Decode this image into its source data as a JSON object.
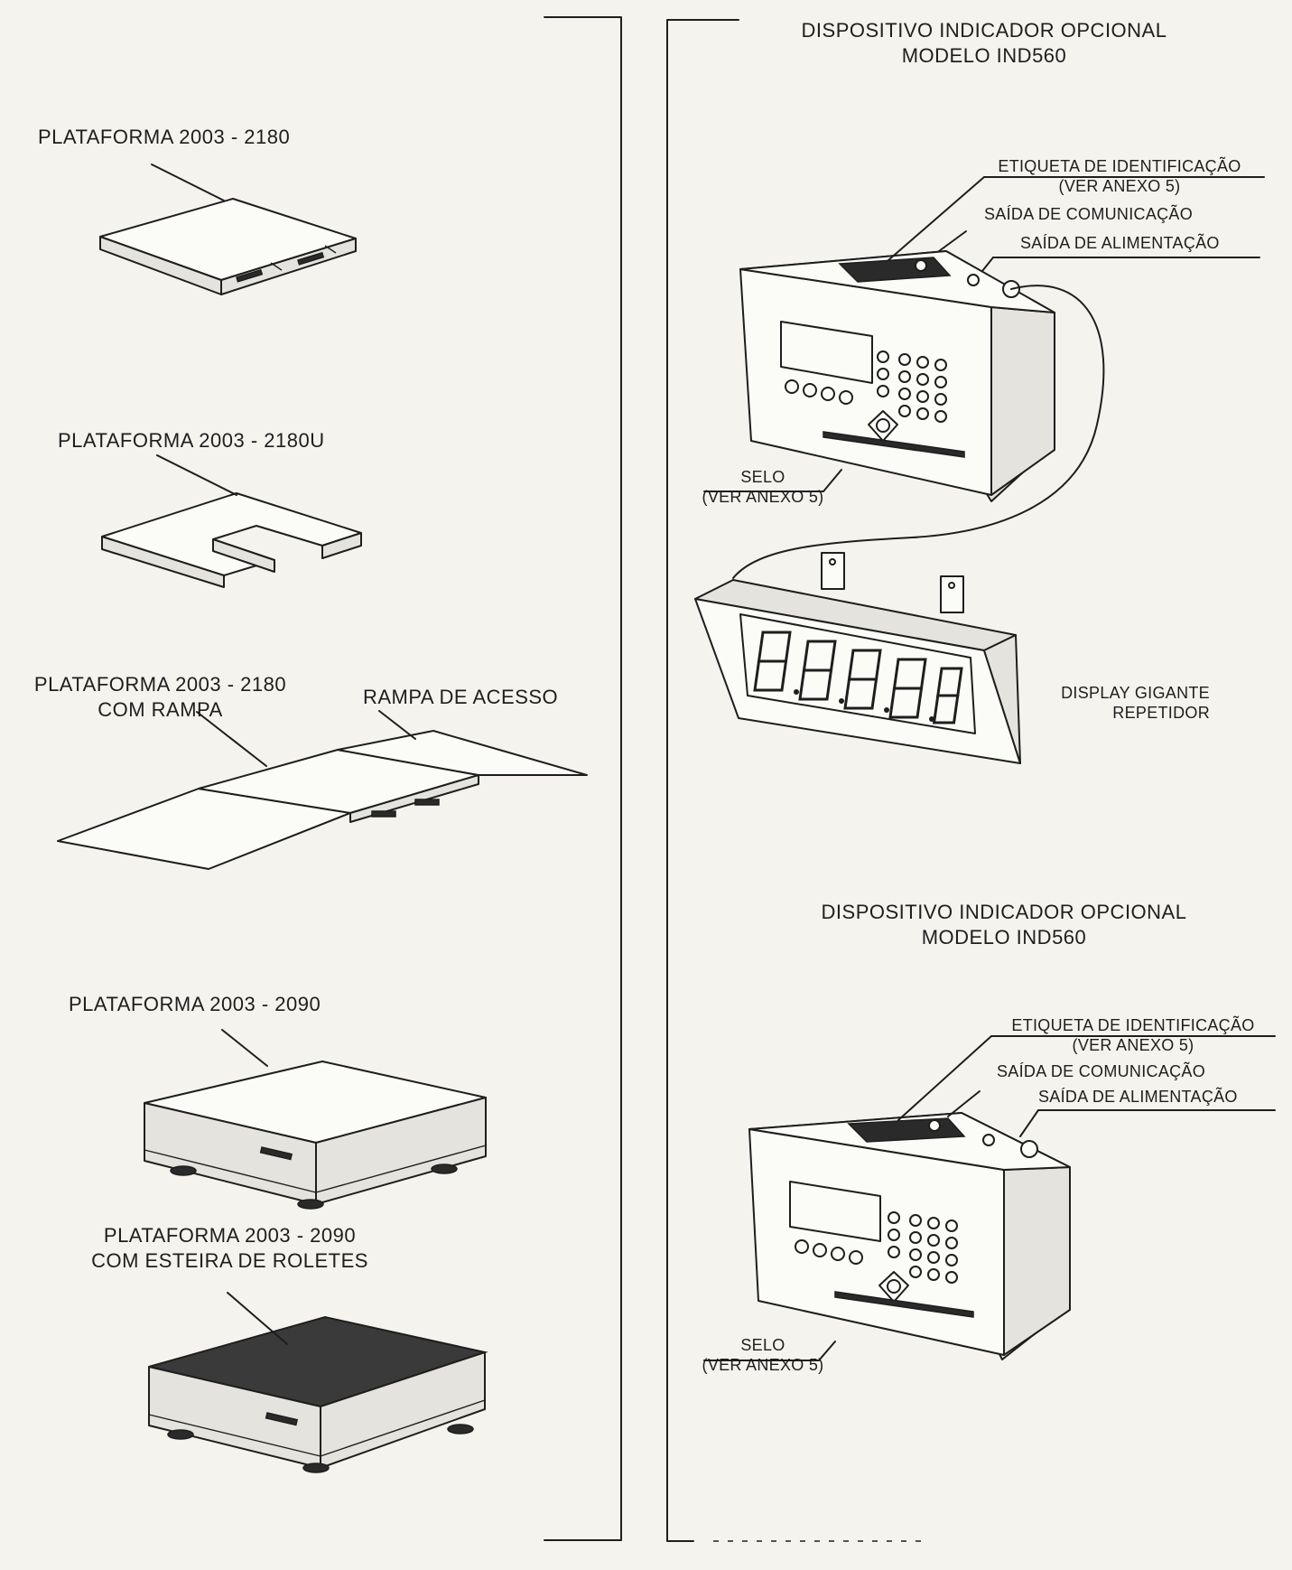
{
  "left_panel": {
    "platform_2180": "PLATAFORMA 2003 - 2180",
    "platform_2180u": "PLATAFORMA 2003 - 2180U",
    "platform_2180_ramp_line1": "PLATAFORMA 2003 - 2180",
    "platform_2180_ramp_line2": "COM RAMPA",
    "ramp_label": "RAMPA DE ACESSO",
    "platform_2090": "PLATAFORMA 2003 - 2090",
    "platform_2090_roller_line1": "PLATAFORMA 2003 - 2090",
    "platform_2090_roller_line2": "COM ESTEIRA DE ROLETES"
  },
  "right_panel": {
    "top": {
      "title_line1": "DISPOSITIVO INDICADOR OPCIONAL",
      "title_line2": "MODELO IND560",
      "id_label_line1": "ETIQUETA DE IDENTIFICAÇÃO",
      "id_label_line2": "(VER ANEXO 5)",
      "comm_output": "SAÍDA DE COMUNICAÇÃO",
      "power_output": "SAÍDA DE ALIMENTAÇÃO",
      "seal_line1": "SELO",
      "seal_line2": "(VER ANEXO 5)",
      "display_line1": "DISPLAY GIGANTE",
      "display_line2": "REPETIDOR"
    },
    "bottom": {
      "title_line1": "DISPOSITIVO INDICADOR OPCIONAL",
      "title_line2": "MODELO IND560",
      "id_label_line1": "ETIQUETA DE IDENTIFICAÇÃO",
      "id_label_line2": "(VER ANEXO 5)",
      "comm_output": "SAÍDA DE COMUNICAÇÃO",
      "power_output": "SAÍDA DE ALIMENTAÇÃO",
      "seal_line1": "SELO",
      "seal_line2": "(VER ANEXO 5)"
    }
  }
}
